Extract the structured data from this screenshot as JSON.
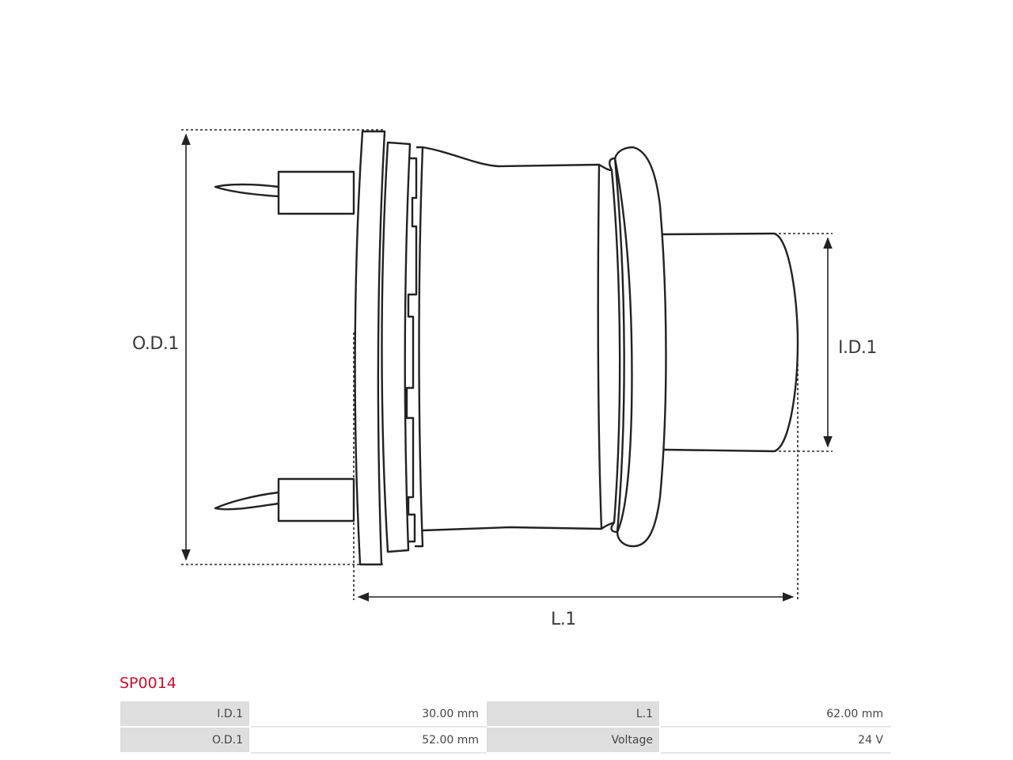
{
  "diagram": {
    "labels": {
      "od": "O.D.1",
      "id": "I.D.1",
      "length": "L.1"
    }
  },
  "product": {
    "code": "SP0014"
  },
  "specs": [
    [
      {
        "key": "I.D.1",
        "value": "30.00 mm"
      },
      {
        "key": "L.1",
        "value": "62.00 mm"
      }
    ],
    [
      {
        "key": "O.D.1",
        "value": "52.00 mm"
      },
      {
        "key": "Voltage",
        "value": "24 V"
      }
    ]
  ],
  "colors": {
    "accent": "#c8102e",
    "line": "#222222",
    "header_cell": "#dedede"
  }
}
